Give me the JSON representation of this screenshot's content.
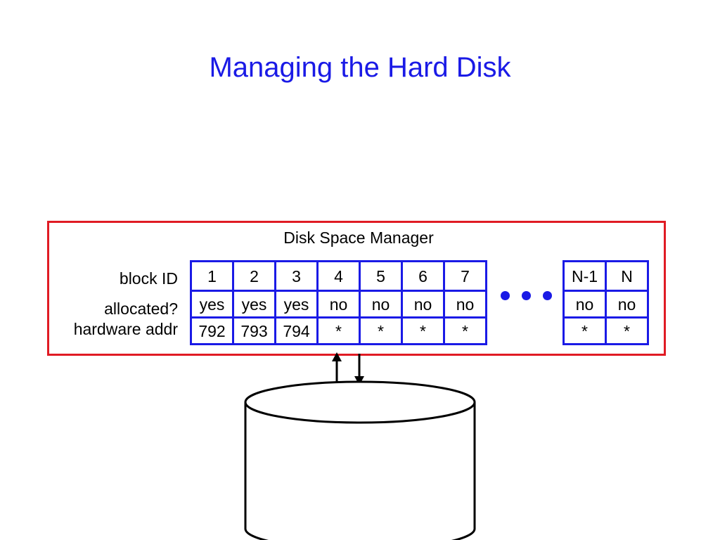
{
  "title": "Managing the Hard Disk",
  "colors": {
    "title": "#1a1ae6",
    "manager_border": "#e01b24",
    "cell_border": "#1a1ae6",
    "ellipsis": "#1a1ae6"
  },
  "manager": {
    "label": "Disk Space Manager",
    "row_labels": {
      "block_id": "block ID",
      "allocated": "allocated?",
      "hardware_addr": "hardware addr"
    },
    "blocks_left": [
      {
        "id": "1",
        "allocated": "yes",
        "addr": "792"
      },
      {
        "id": "2",
        "allocated": "yes",
        "addr": "793"
      },
      {
        "id": "3",
        "allocated": "yes",
        "addr": "794"
      },
      {
        "id": "4",
        "allocated": "no",
        "addr": "*"
      },
      {
        "id": "5",
        "allocated": "no",
        "addr": "*"
      },
      {
        "id": "6",
        "allocated": "no",
        "addr": "*"
      },
      {
        "id": "7",
        "allocated": "no",
        "addr": "*"
      }
    ],
    "blocks_right": [
      {
        "id": "N-1",
        "allocated": "no",
        "addr": "*"
      },
      {
        "id": "N",
        "allocated": "no",
        "addr": "*"
      }
    ]
  },
  "icons": {
    "arrows": "up-down-arrows-icon",
    "disk": "disk-cylinder-icon"
  }
}
